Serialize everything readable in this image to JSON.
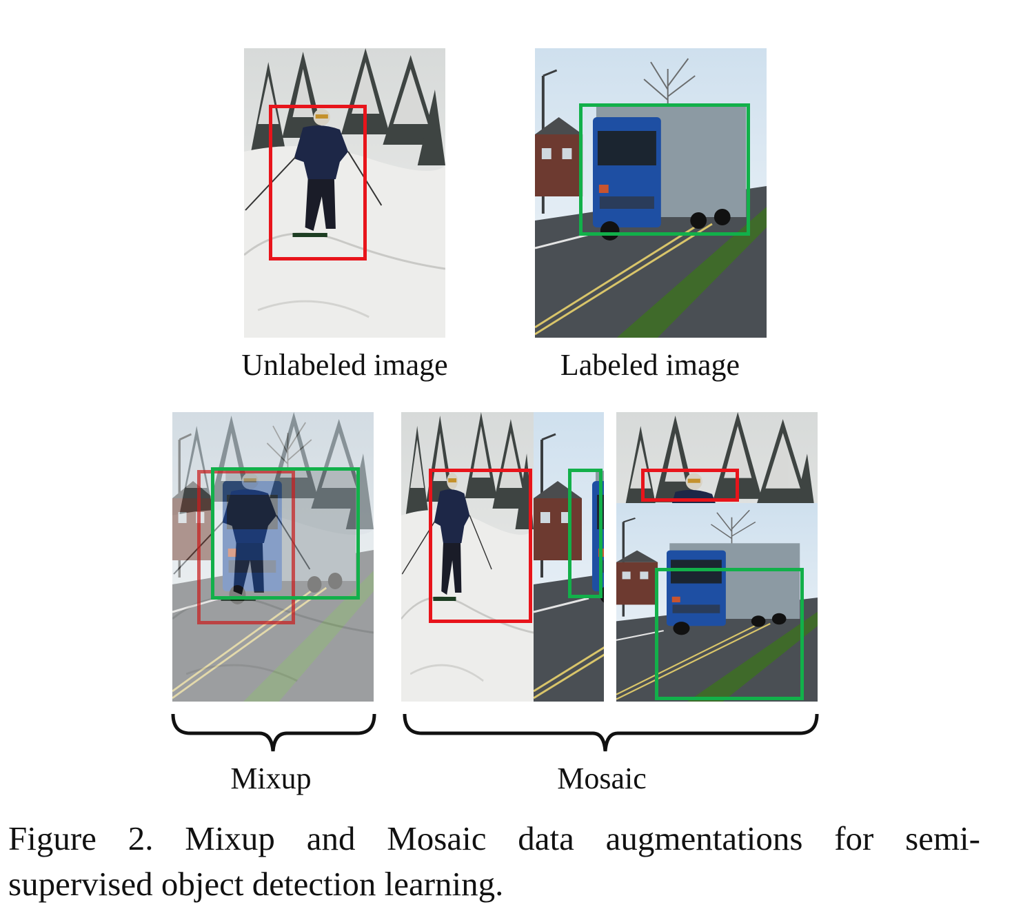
{
  "figure": {
    "labels": {
      "unlabeled": "Unlabeled image",
      "labeled": "Labeled image",
      "mixup": "Mixup",
      "mosaic": "Mosaic"
    },
    "caption": {
      "line1": "Figure 2. Mixup and Mosaic data augmentations for semi-",
      "line2": "supervised object detection learning."
    },
    "box_colors": {
      "unlabeled_box": "#e8141b",
      "labeled_box": "#12b04a"
    }
  }
}
